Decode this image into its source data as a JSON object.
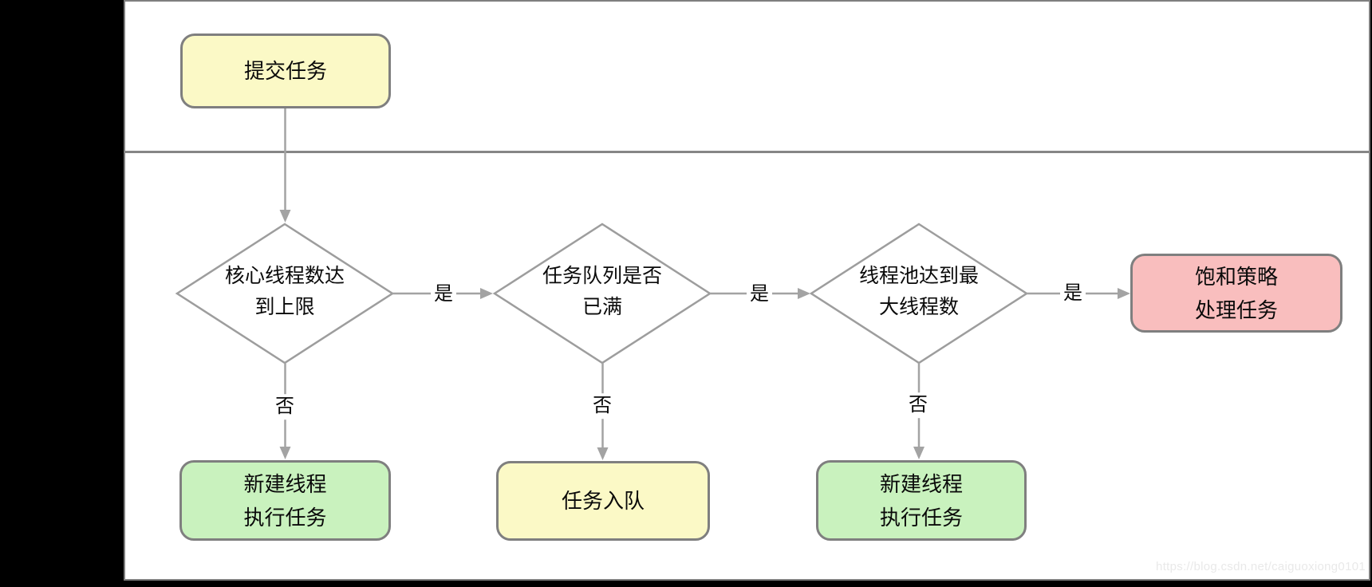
{
  "nodes": {
    "submit_task": {
      "label": "提交任务"
    },
    "core_threads_check": {
      "line1": "核心线程数达",
      "line2": "到上限"
    },
    "queue_full_check": {
      "line1": "任务队列是否",
      "line2": "已满"
    },
    "max_threads_check": {
      "line1": "线程池达到最",
      "line2": "大线程数"
    },
    "create_thread_left": {
      "line1": "新建线程",
      "line2": "执行任务"
    },
    "task_enqueue": {
      "label": "任务入队"
    },
    "create_thread_right": {
      "line1": "新建线程",
      "line2": "执行任务"
    },
    "saturation_policy": {
      "line1": "饱和策略",
      "line2": "处理任务"
    }
  },
  "edge_labels": {
    "yes1": "是",
    "yes2": "是",
    "yes3": "是",
    "no1": "否",
    "no2": "否",
    "no3": "否"
  },
  "watermark": "https://blog.csdn.net/caiguoxiong0101",
  "colors": {
    "node_yellow": "#fbf9c6",
    "node_green": "#c9f2be",
    "node_red": "#f9bebe",
    "node_border": "#7f7f7f",
    "diamond_border": "#9d9d9d",
    "connector": "#a3a3a3",
    "frame_border": "#7f7f7f",
    "background": "#000000"
  }
}
